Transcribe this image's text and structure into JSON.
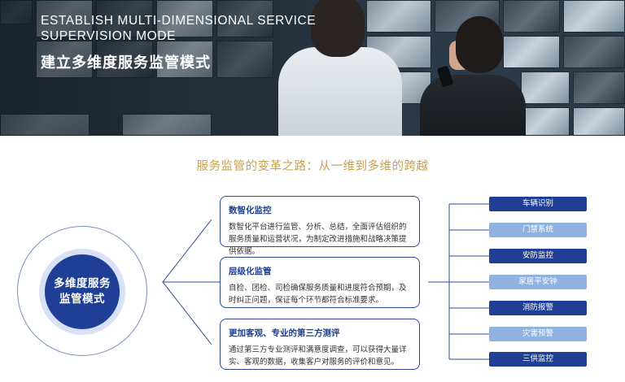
{
  "hero": {
    "title_en_line1": "ESTABLISH MULTI-DIMENSIONAL SERVICE",
    "title_en_line2": "SUPERVISION MODE",
    "title_cn": "建立多维度服务监管模式"
  },
  "subtitle": "服务监管的变革之路：从一维到多维的跨越",
  "core": {
    "line1": "多维度服务",
    "line2": "监管模式"
  },
  "cards": [
    {
      "title": "数智化监控",
      "body": "数智化平台进行监管、分析、总结，全面评估组织的服务质量和运营状况，为制定改进措施和战略决策提供依据。"
    },
    {
      "title": "层级化监管",
      "body": "自检、团检、司检确保服务质量和进度符合预期，及时纠正问题，保证每个环节都符合标准要求。"
    },
    {
      "title": "更加客观、专业的第三方测评",
      "body": "通过第三方专业测评和满意度调查，可以获得大量详实、客观的数据，收集客户对服务的评价和意见。"
    }
  ],
  "systems": [
    "车辆识别",
    "门禁系统",
    "安防监控",
    "家居平安钟",
    "消防报警",
    "灾害预警",
    "三供监控"
  ],
  "colors": {
    "primary": "#1e3f95",
    "light": "#8fb2e0",
    "accent_gold": "#c9a14e"
  }
}
